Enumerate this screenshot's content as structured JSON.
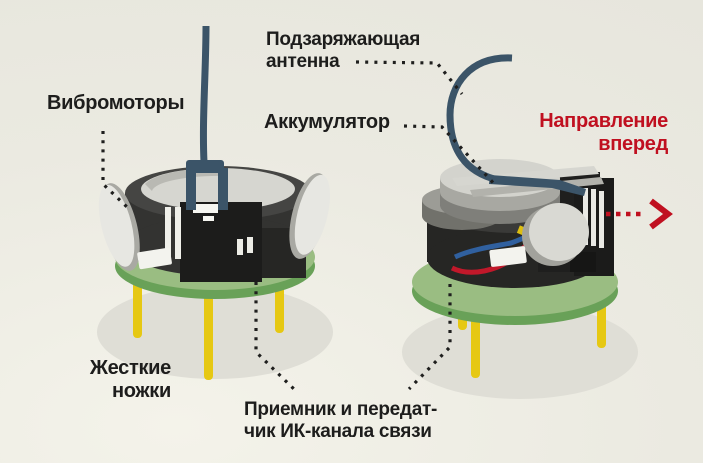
{
  "diagram": {
    "subject": "swarm-robot-anatomy-infographic",
    "background_color": "#ebeae1",
    "labels": {
      "charging_antenna": {
        "lines": [
          "Подзаряжающая",
          "антенна"
        ]
      },
      "vibration_motors": {
        "lines": [
          "Вибромоторы"
        ]
      },
      "battery": {
        "lines": [
          "Аккумулятор"
        ]
      },
      "forward_direction": {
        "lines": [
          "Направление",
          "вперед"
        ],
        "color": "#c01020"
      },
      "rigid_legs": {
        "lines": [
          "Жесткие",
          "ножки"
        ]
      },
      "ir_transceiver": {
        "lines": [
          "Приемник и передат-",
          "чик ИК-канала связи"
        ]
      }
    },
    "colors": {
      "label_text": "#1d1d1c",
      "accent_red": "#c01020",
      "antenna_slate": "#3b5468",
      "pcb_green_top": "#9abd82",
      "pcb_green_side": "#69a158",
      "leg_yellow": "#e6c813",
      "body_dark": "#2e2e2c",
      "metal_light": "#d6d6d0",
      "wire_red": "#c1182a",
      "wire_blue": "#30609f",
      "shadow": "#dfded6"
    }
  }
}
